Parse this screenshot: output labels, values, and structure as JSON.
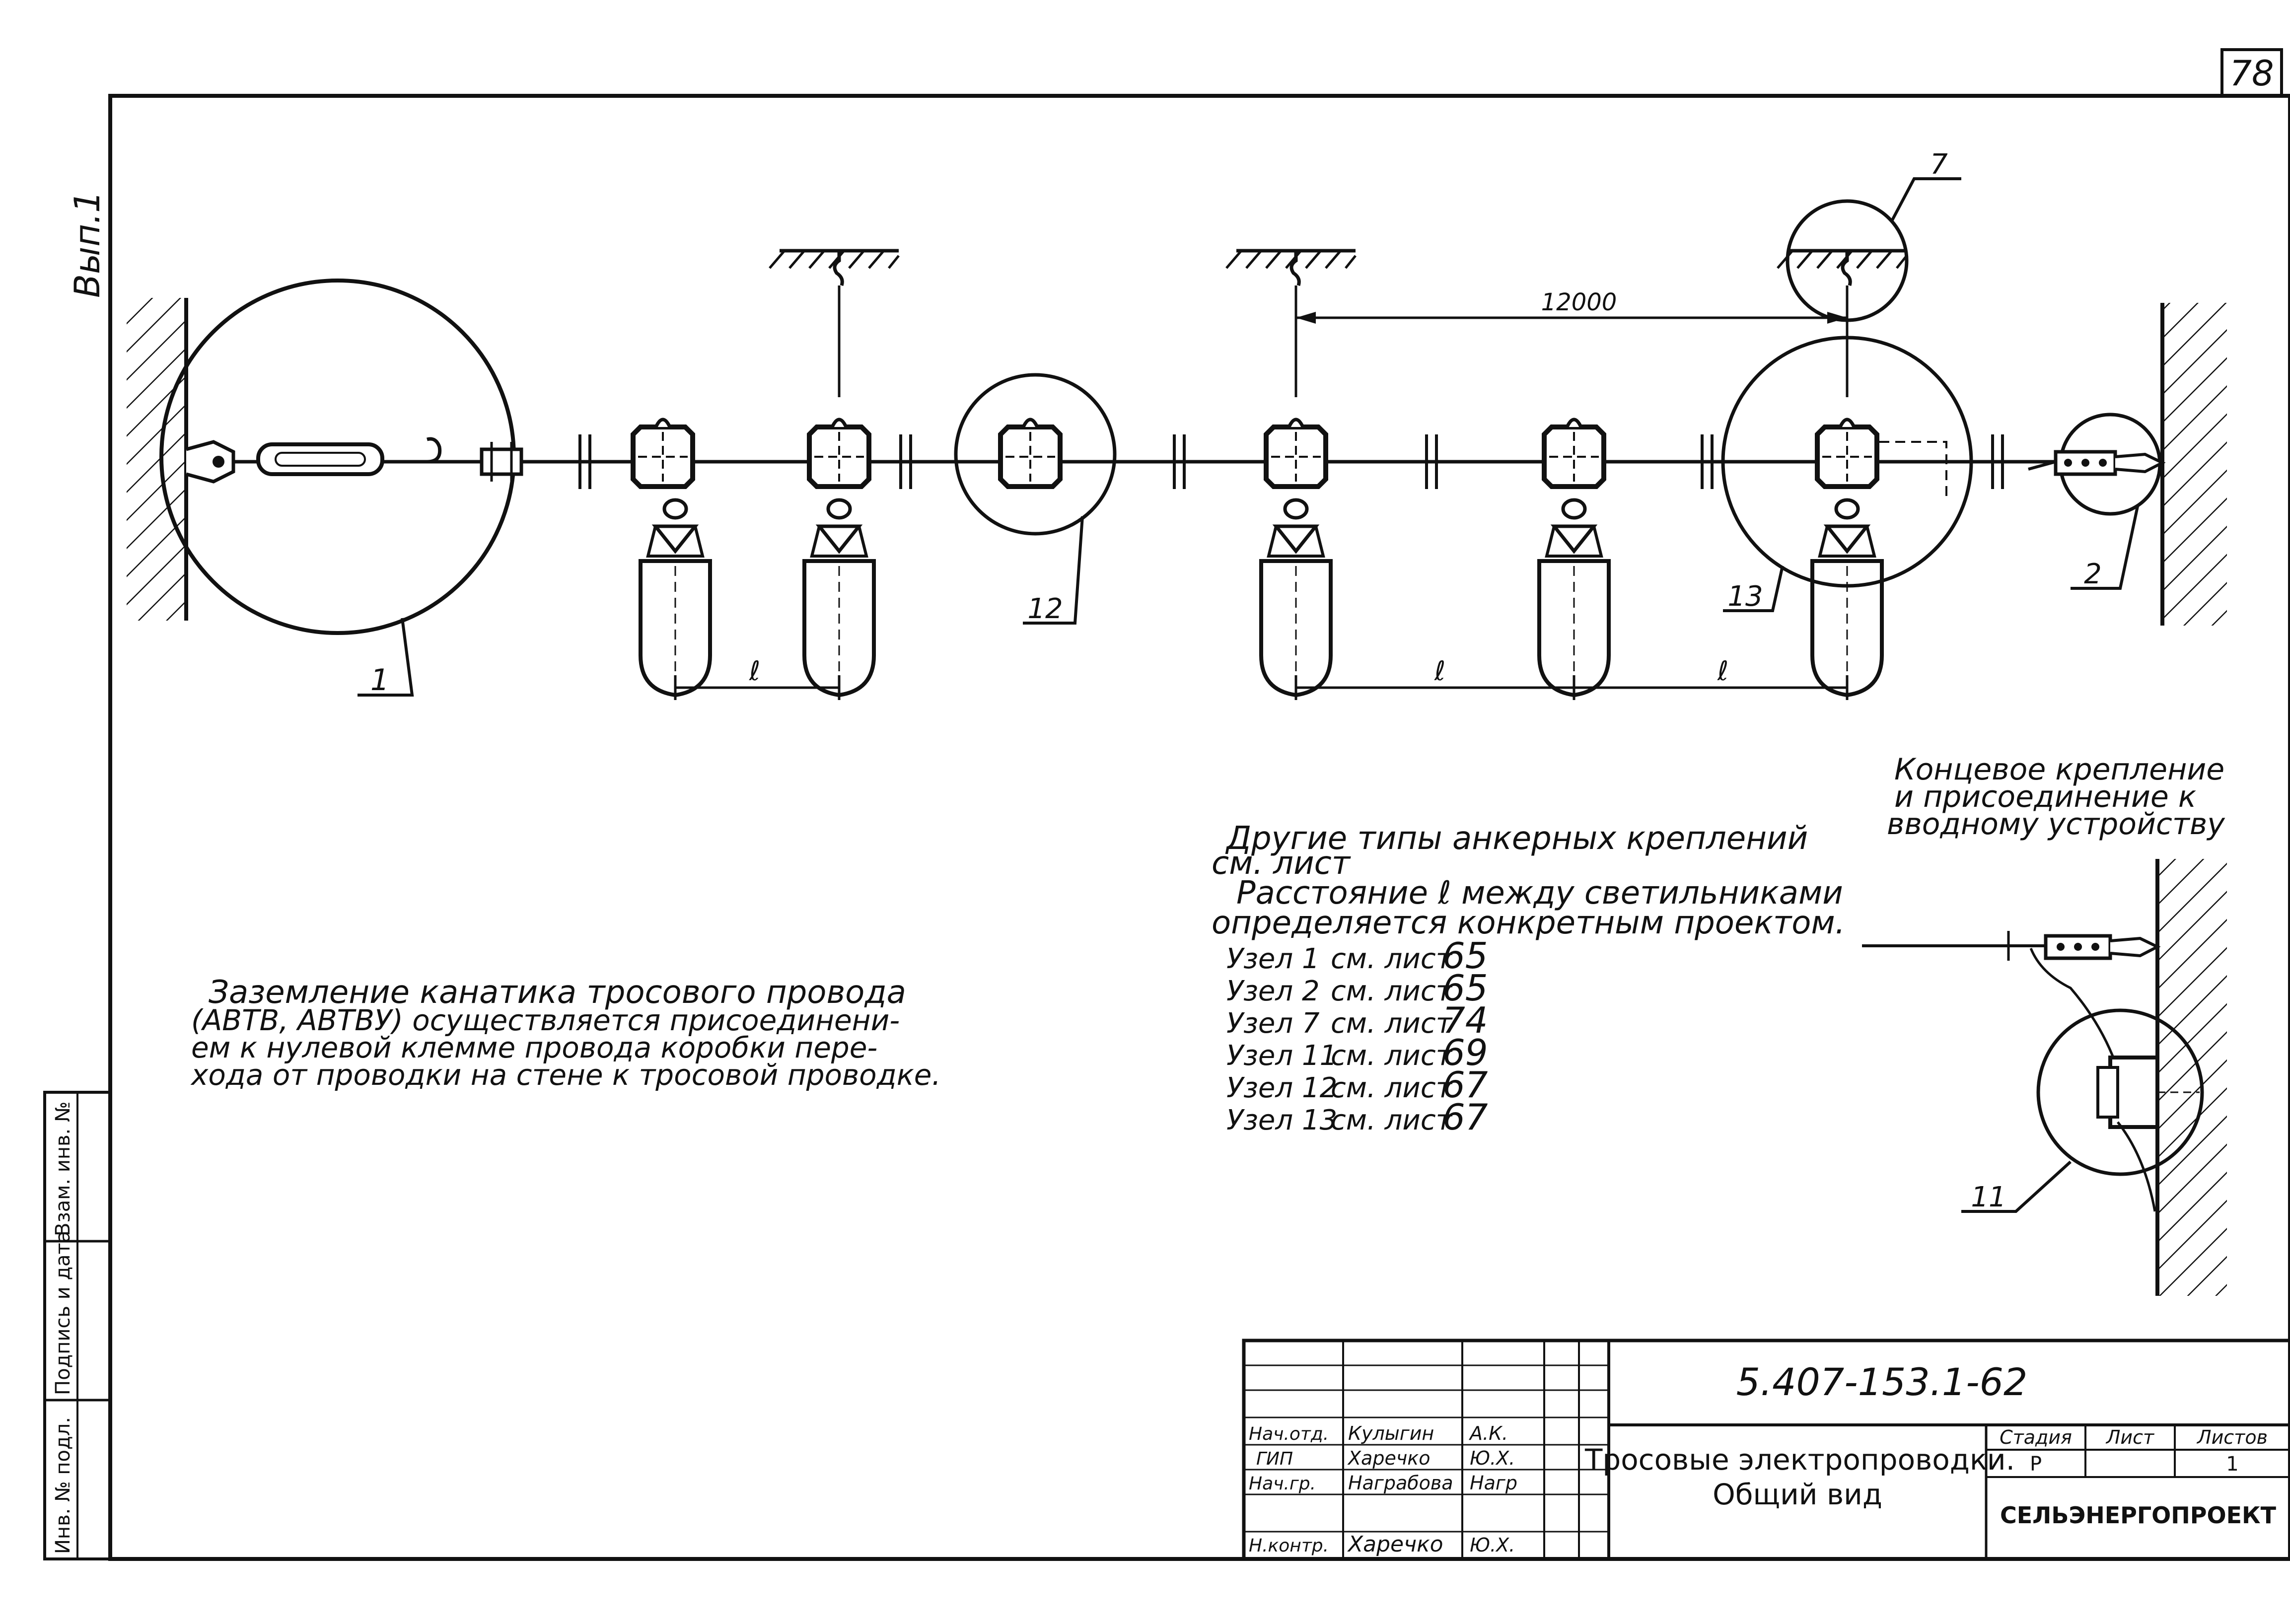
{
  "sheet": {
    "page_number": "78",
    "issue_label": "Вып.1"
  },
  "drawing": {
    "dimension_span": "12000",
    "spacing_symbol": "ℓ",
    "leaders": [
      {
        "label": "1"
      },
      {
        "label": "12"
      },
      {
        "label": "13"
      },
      {
        "label": "7"
      },
      {
        "label": "2"
      },
      {
        "label": "11"
      }
    ]
  },
  "end_detail": {
    "caption_lines": [
      "Концевое крепление",
      "и присоединение к",
      "вводному устройству"
    ]
  },
  "notes": {
    "anchor_lines": [
      "Другие типы анкерных креплений",
      "см. лист",
      "Расстояние ℓ между светильниками",
      "определяется конкретным проектом."
    ],
    "nodes": [
      {
        "label": "Узел 1",
        "ref": "см. лист",
        "sheet": "65"
      },
      {
        "label": "Узел 2",
        "ref": "см. лист",
        "sheet": "65"
      },
      {
        "label": "Узел 7",
        "ref": "см. лист",
        "sheet": "74"
      },
      {
        "label": "Узел 11",
        "ref": "см. лист",
        "sheet": "69"
      },
      {
        "label": "Узел 12",
        "ref": "см. лист",
        "sheet": "67"
      },
      {
        "label": "Узел 13",
        "ref": "см. лист",
        "sheet": "67"
      }
    ],
    "grounding_lines": [
      "Заземление канатика тросового провода",
      "(АВТВ, АВТВУ) осуществляется присоединени-",
      "ем к нулевой клемме провода коробки пере-",
      "хода от проводки на стене к тросовой проводке."
    ]
  },
  "side_stamp": {
    "columns": [
      "Инв. № подл.",
      "Подпись и дата",
      "Взам. инв. №"
    ]
  },
  "title_block": {
    "doc_code": "5.407-153.1-62",
    "title_line1": "Тросовые электропроводки.",
    "title_line2": "Общий вид",
    "col_stage": "Стадия",
    "col_sheet": "Лист",
    "col_sheets": "Листов",
    "val_stage": "Р",
    "val_sheet": "",
    "val_sheets": "1",
    "organization": "СЕЛЬЭНЕРГОПРОЕКТ",
    "signatures": [
      {
        "role": "Нач.отд.",
        "name": "Кулыгин",
        "sign": "А.К."
      },
      {
        "role": "ГИП",
        "name": "Харечко",
        "sign": "Ю.Х."
      },
      {
        "role": "Нач.гр.",
        "name": "Награбова",
        "sign": "Нагр"
      },
      {
        "role": "Н.контр.",
        "name": "Харечко",
        "sign": "Ю.Х."
      }
    ]
  }
}
